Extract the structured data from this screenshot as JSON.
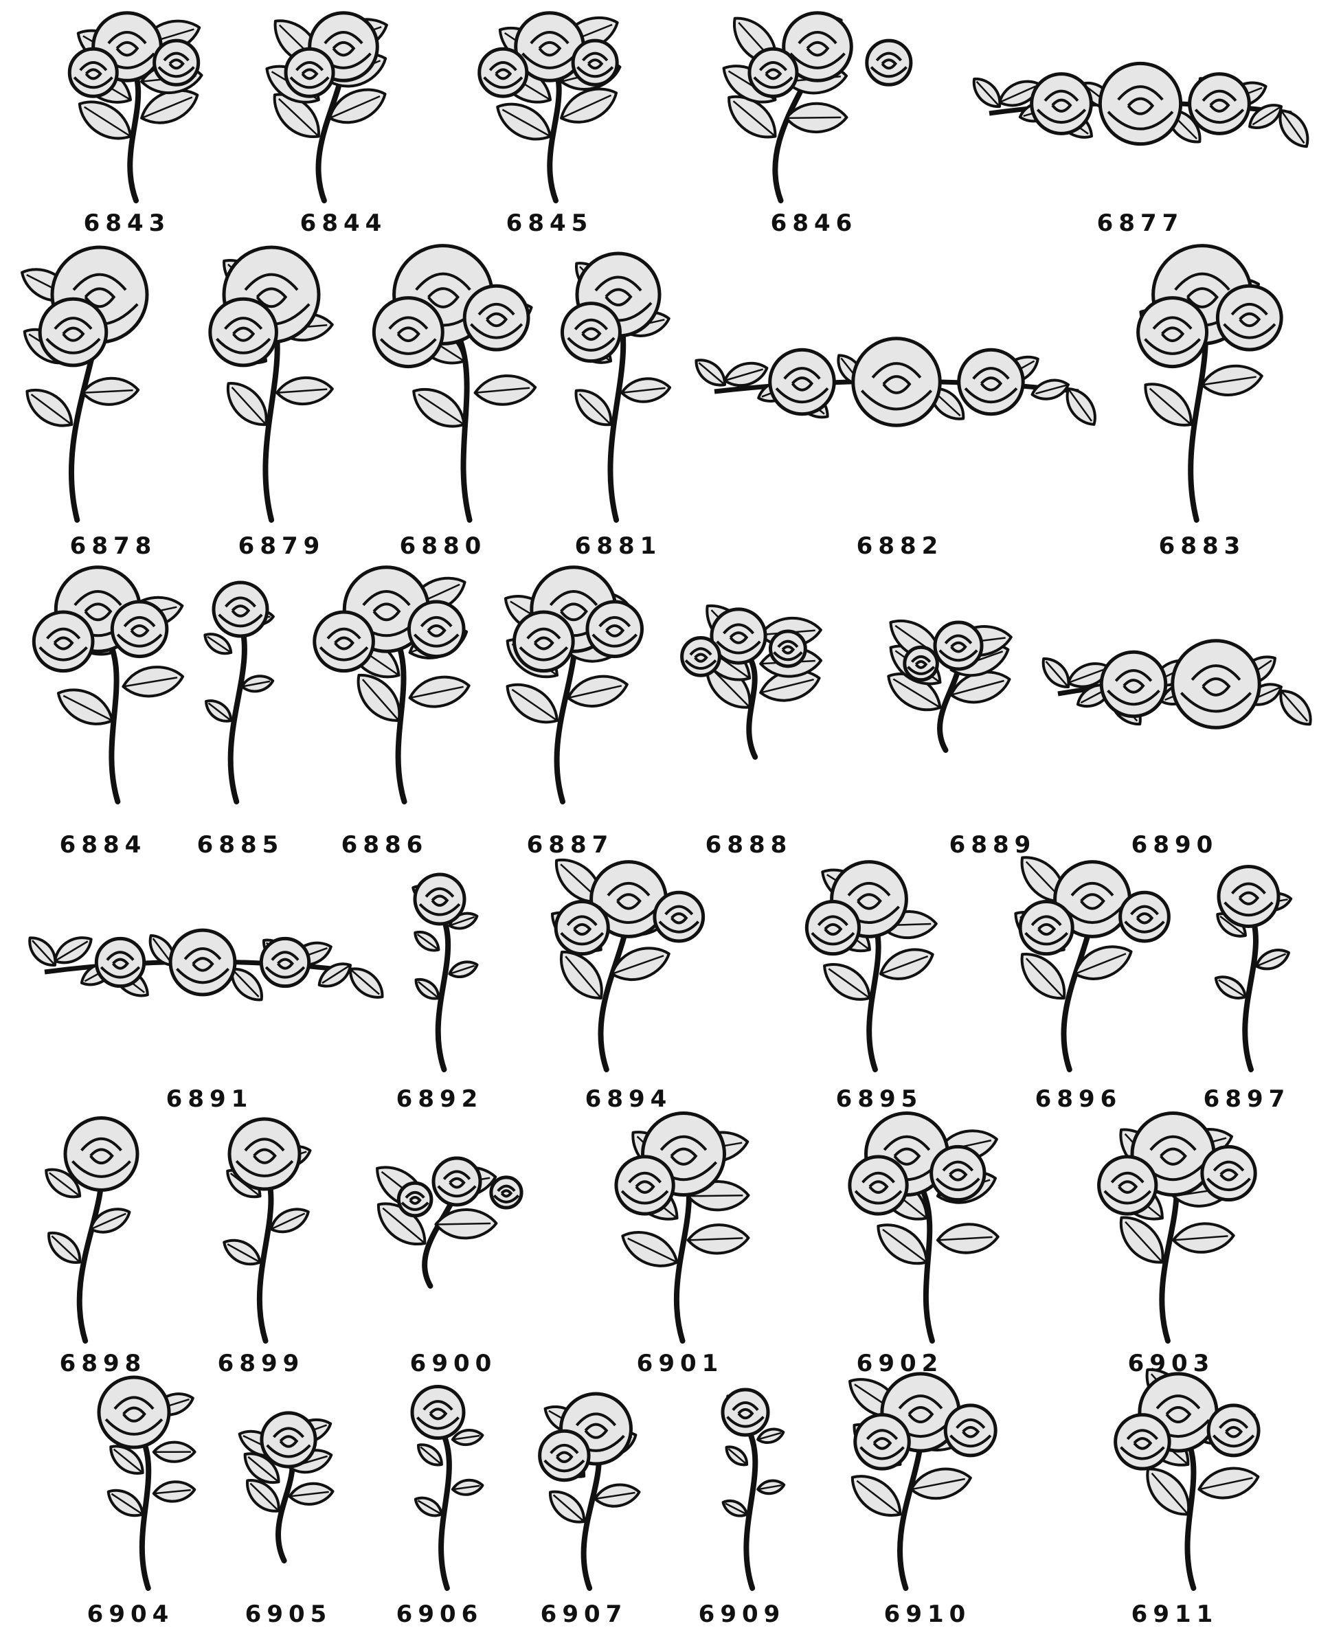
{
  "icon": "rose-ornament-icon",
  "colors": {
    "line": "#111111",
    "fill": "#e6e6e6",
    "paper": "#ffffff"
  },
  "items": [
    {
      "code": "6843"
    },
    {
      "code": "6844"
    },
    {
      "code": "6845"
    },
    {
      "code": "6846"
    },
    {
      "code": "6877"
    },
    {
      "code": "6878"
    },
    {
      "code": "6879"
    },
    {
      "code": "6880"
    },
    {
      "code": "6881"
    },
    {
      "code": "6882"
    },
    {
      "code": "6883"
    },
    {
      "code": "6884"
    },
    {
      "code": "6885"
    },
    {
      "code": "6886"
    },
    {
      "code": "6887"
    },
    {
      "code": "6888"
    },
    {
      "code": "6889"
    },
    {
      "code": "6890"
    },
    {
      "code": "6891"
    },
    {
      "code": "6892"
    },
    {
      "code": "6894"
    },
    {
      "code": "6895"
    },
    {
      "code": "6896"
    },
    {
      "code": "6897"
    },
    {
      "code": "6898"
    },
    {
      "code": "6899"
    },
    {
      "code": "6900"
    },
    {
      "code": "6901"
    },
    {
      "code": "6902"
    },
    {
      "code": "6903"
    },
    {
      "code": "6904"
    },
    {
      "code": "6905"
    },
    {
      "code": "6906"
    },
    {
      "code": "6907"
    },
    {
      "code": "6909"
    },
    {
      "code": "6910"
    },
    {
      "code": "6911"
    }
  ]
}
